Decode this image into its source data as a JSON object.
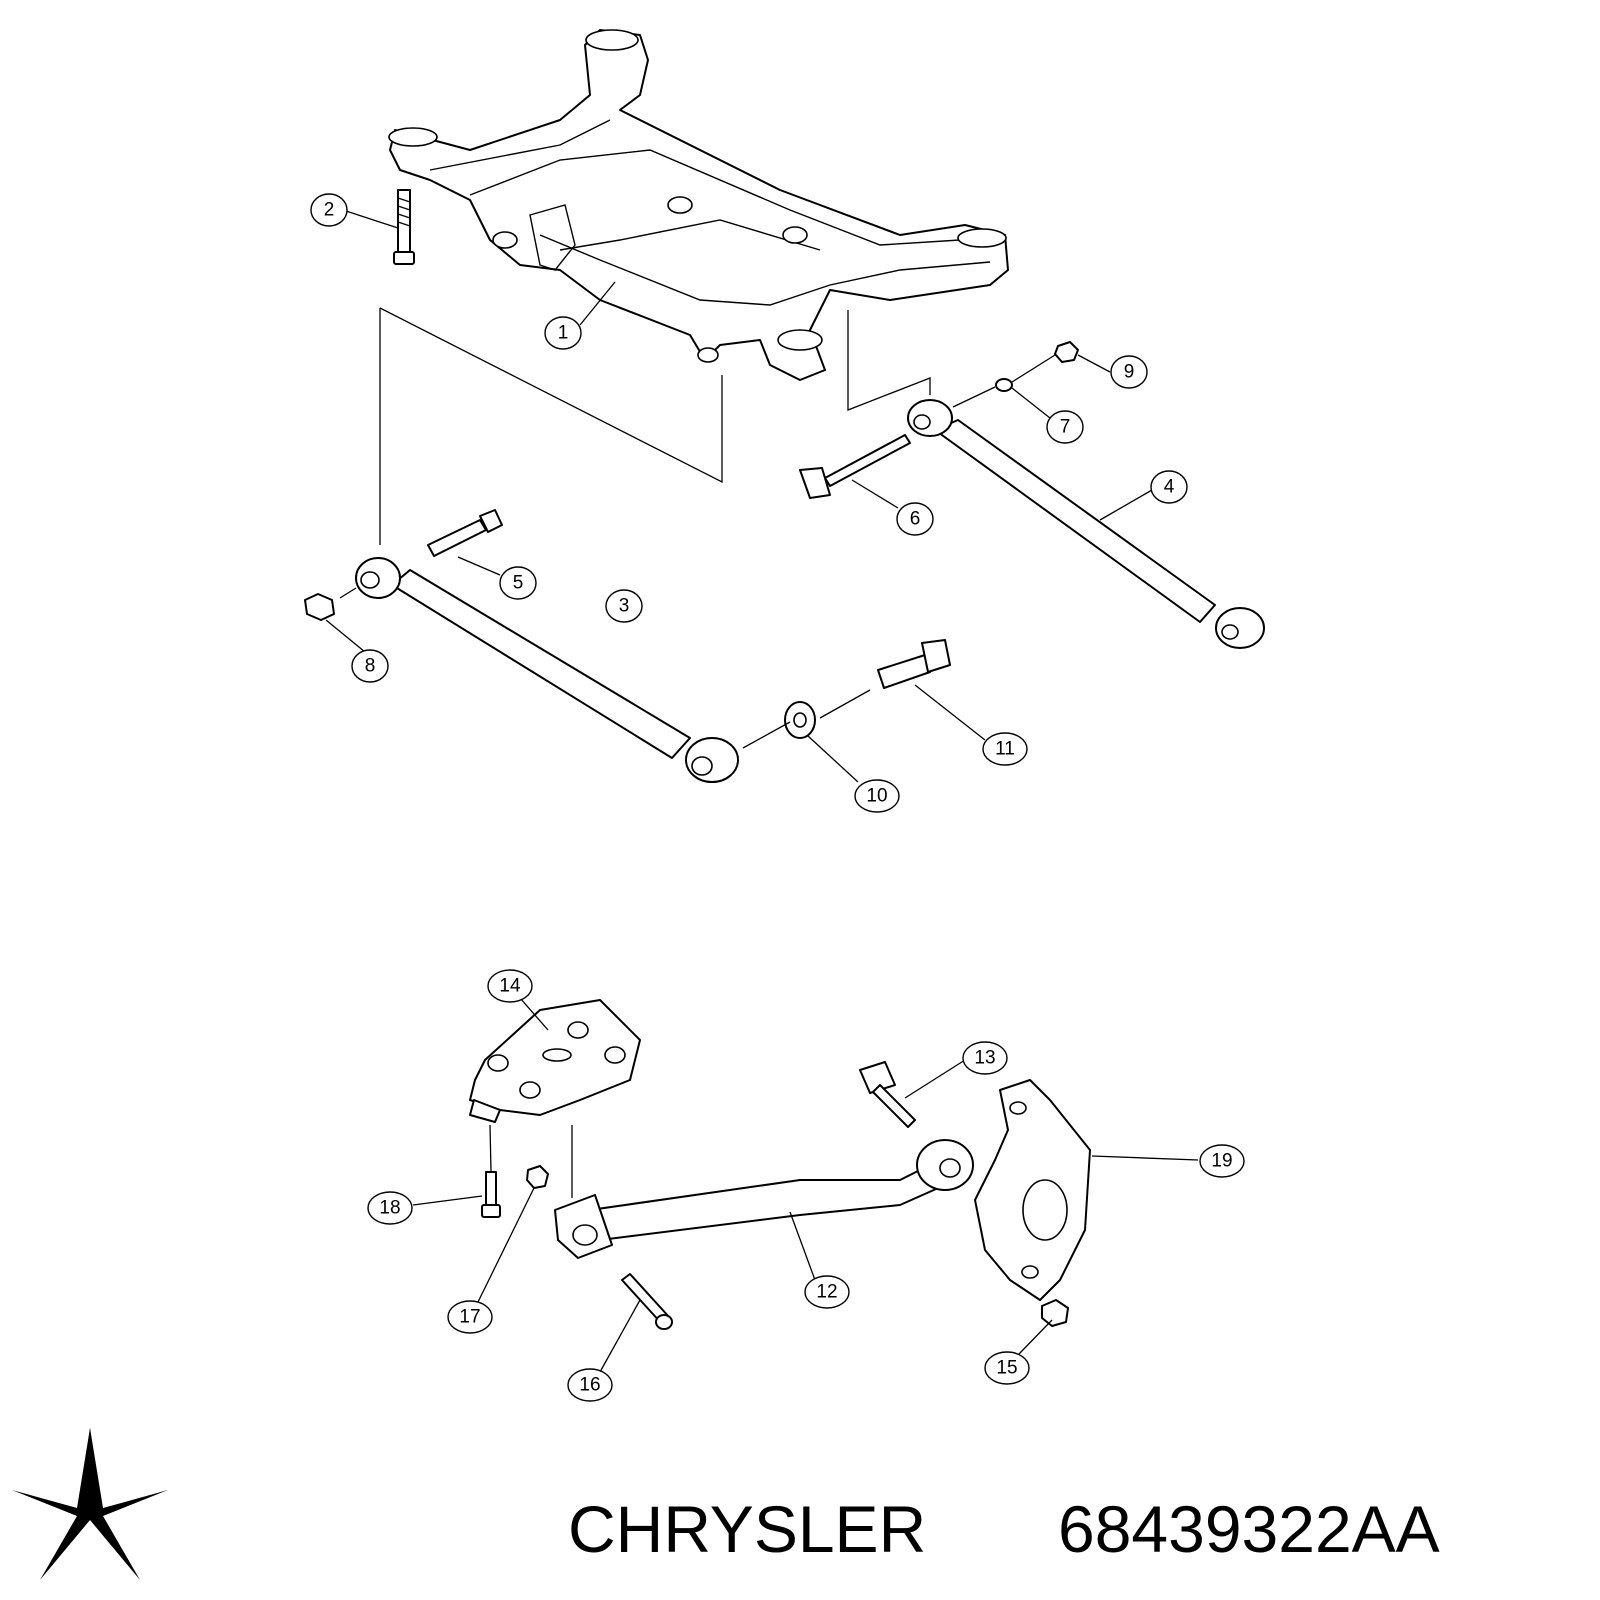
{
  "brand": {
    "name": "CHRYSLER",
    "part_number": "68439322AA",
    "logo": "chrysler-pentastar-logo"
  },
  "callouts": [
    "1",
    "2",
    "3",
    "4",
    "5",
    "6",
    "7",
    "8",
    "9",
    "10",
    "11",
    "12",
    "13",
    "14",
    "15",
    "16",
    "17",
    "18",
    "19"
  ]
}
